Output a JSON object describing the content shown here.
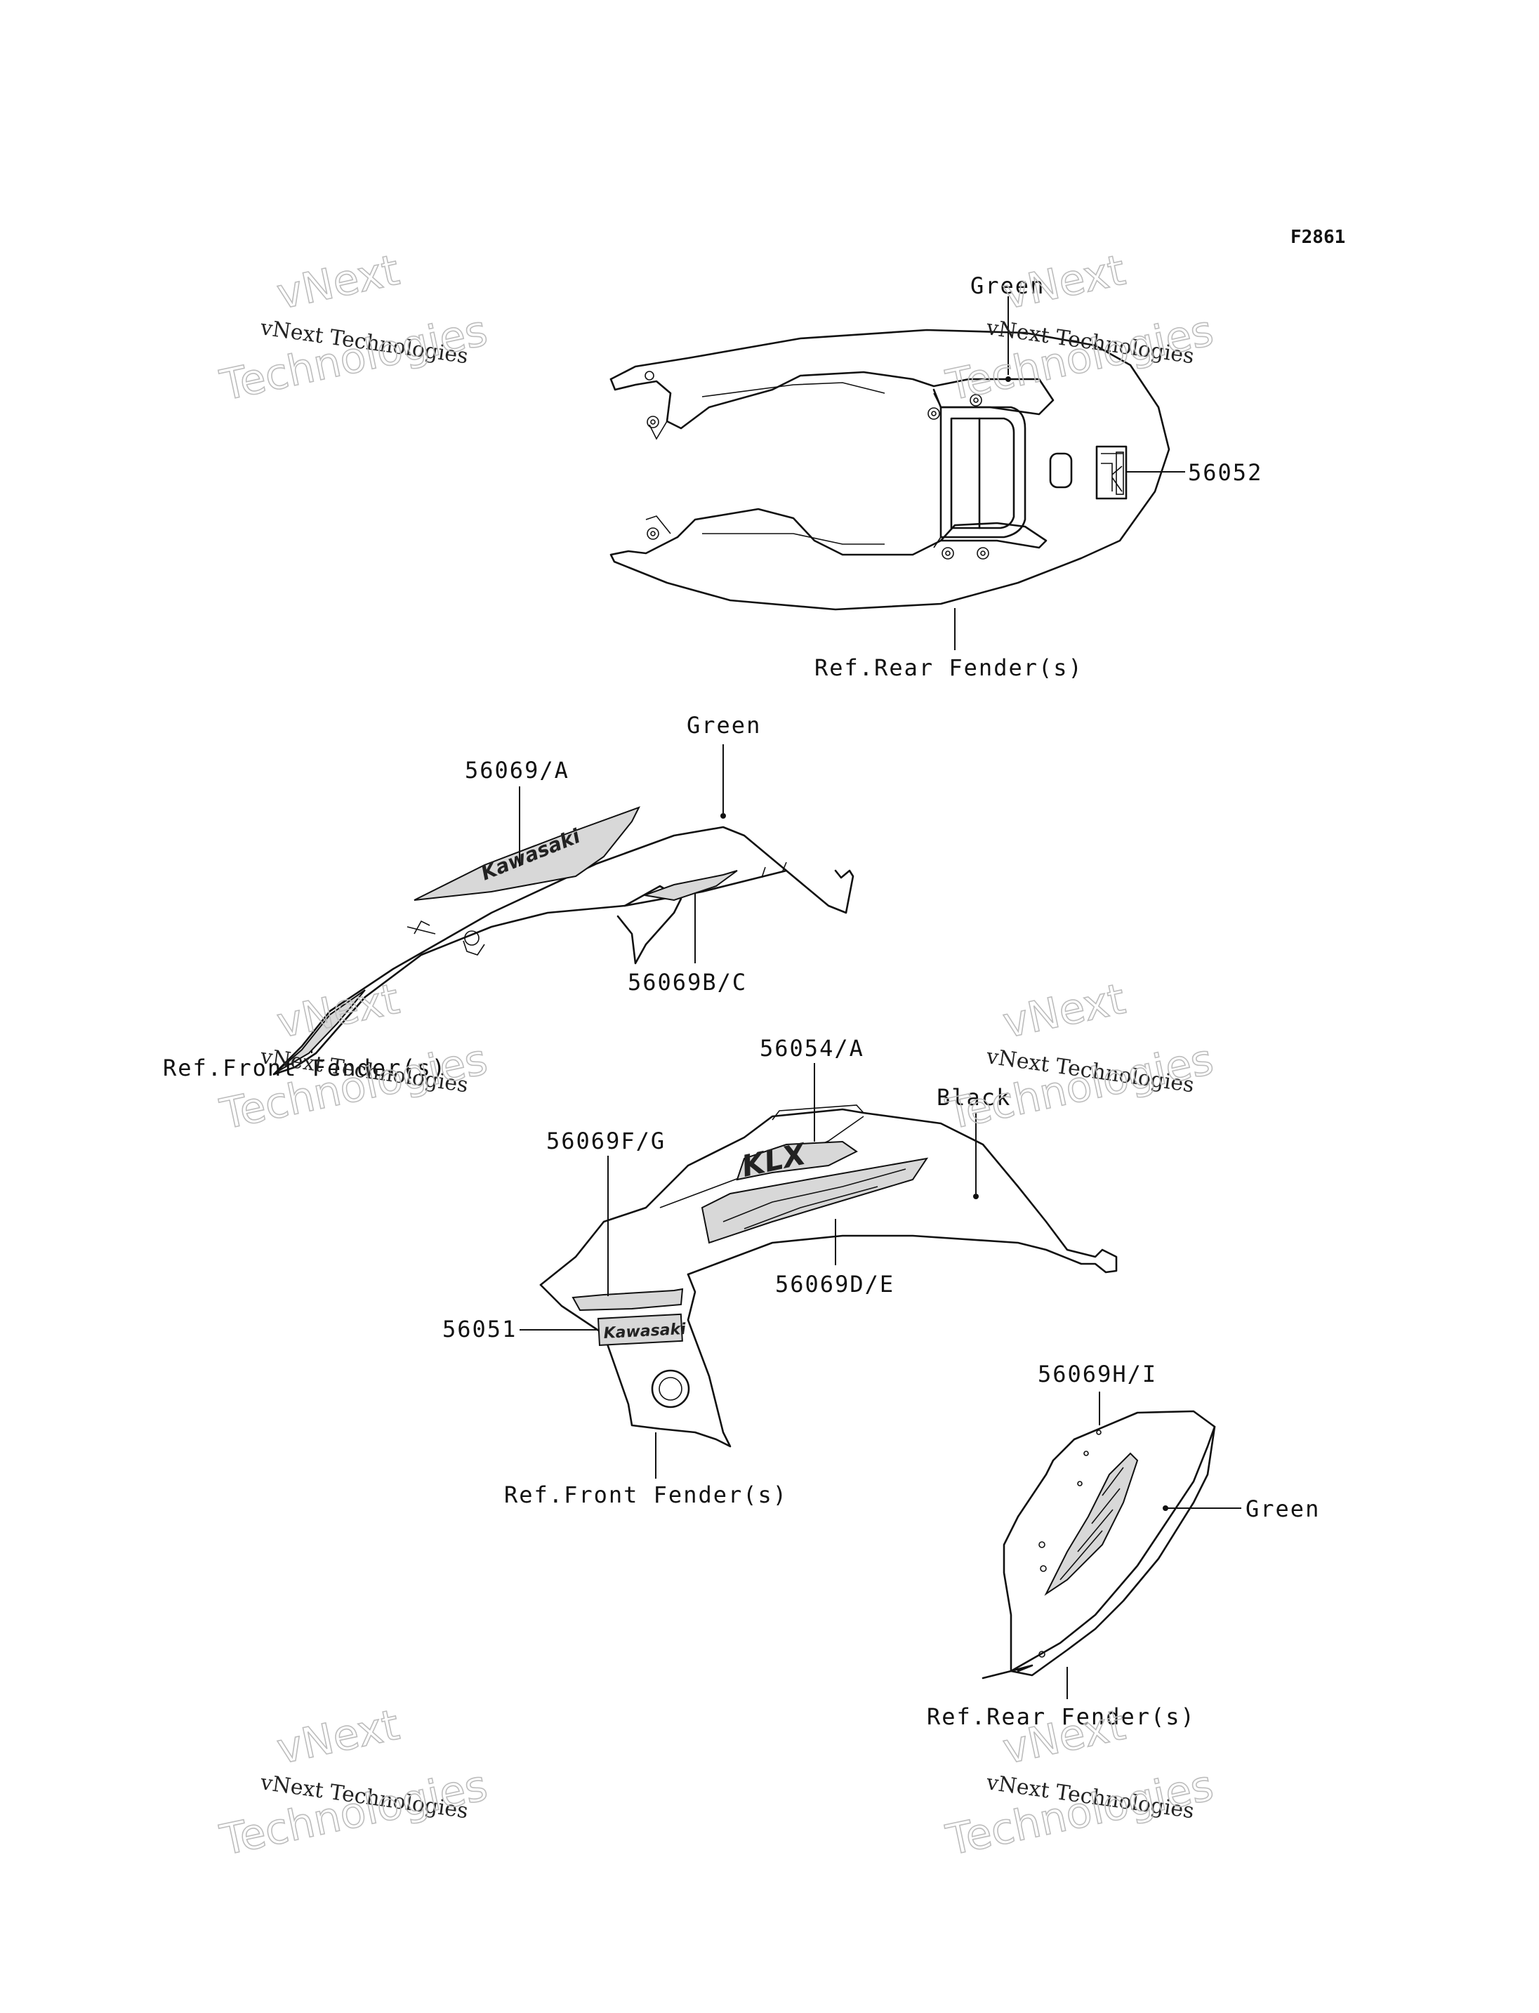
{
  "figure_id": "F2861",
  "labels": {
    "green_rear_top": "Green",
    "p56052": "56052",
    "ref_rear_fender_1": "Ref.Rear Fender(s)",
    "p56069_A": "56069/A",
    "green_side": "Green",
    "p56069_BC": "56069B/C",
    "ref_front_fender_1": "Ref.Front Fender(s)",
    "p56054_A": "56054/A",
    "black": "Black",
    "p56069_FG": "56069F/G",
    "p56069_DE": "56069D/E",
    "p56051": "56051",
    "ref_front_fender_2": "Ref.Front Fender(s)",
    "p56069_HI": "56069H/I",
    "green_rear_fender": "Green",
    "ref_rear_fender_2": "Ref.Rear Fender(s)"
  },
  "decal_text": {
    "kawasaki": "Kawasaki",
    "klx": "KLX"
  },
  "watermarks": [
    {
      "top": "vNext",
      "mid": "vNext Technologies",
      "bottom": "Technologies"
    },
    {
      "top": "vNext",
      "mid": "vNext Technologies",
      "bottom": "Technologies"
    },
    {
      "top": "vNext",
      "mid": "vNext Technologies",
      "bottom": "Technologies"
    },
    {
      "top": "vNext",
      "mid": "vNext Technologies",
      "bottom": "Technologies"
    },
    {
      "top": "vNext",
      "mid": "vNext Technologies",
      "bottom": "Technologies"
    },
    {
      "top": "vNext",
      "mid": "vNext Technologies",
      "bottom": "Technologies"
    }
  ]
}
